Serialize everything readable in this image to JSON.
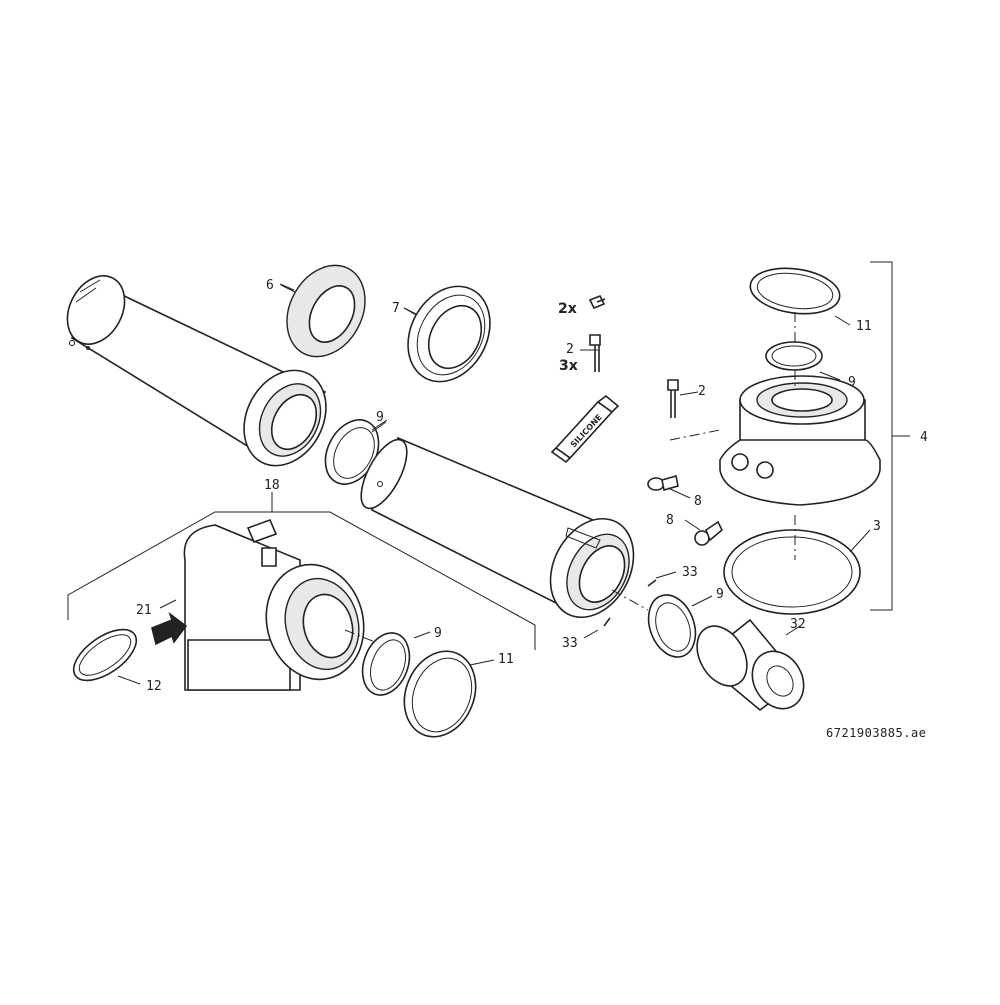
{
  "diagram": {
    "drawing_number": "6721903885.ae",
    "callouts": {
      "c6": "6",
      "c7": "7",
      "c9_top": "9",
      "c2x": "2x",
      "c2": "2",
      "c3x": "3x",
      "c11_top": "11",
      "c9_right": "9",
      "c2_right": "2",
      "c4": "4",
      "c8_a": "8",
      "c8_b": "8",
      "c3": "3",
      "c18": "18",
      "c21": "21",
      "c33_a": "33",
      "c33_b": "33",
      "c9_mid": "9",
      "c32": "32",
      "c9_bottom": "9",
      "c11_bottom": "11",
      "c12": "12"
    },
    "tube_label": "SILICONE"
  }
}
